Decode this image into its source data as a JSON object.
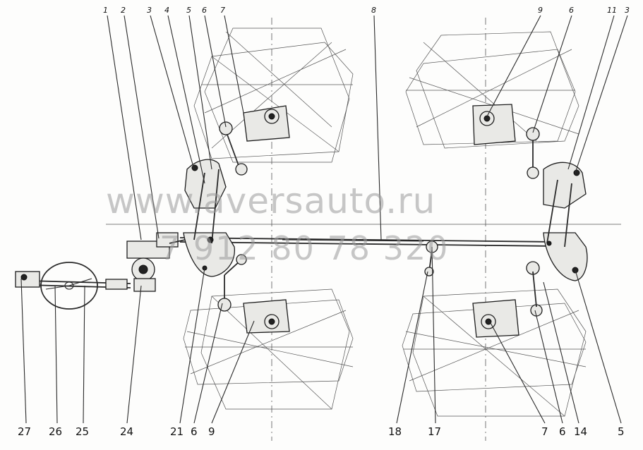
{
  "watermark": {
    "site": "www.aversauto.ru",
    "phone": "7 912 80 78 320"
  },
  "callouts_top": [
    "1",
    "2",
    "3",
    "4",
    "5",
    "6",
    "7",
    "8",
    "9",
    "6",
    "11",
    "3"
  ],
  "callouts_bottom": [
    "27",
    "26",
    "25",
    "24",
    "21",
    "6",
    "9",
    "18",
    "17",
    "7",
    "6",
    "14",
    "5"
  ]
}
